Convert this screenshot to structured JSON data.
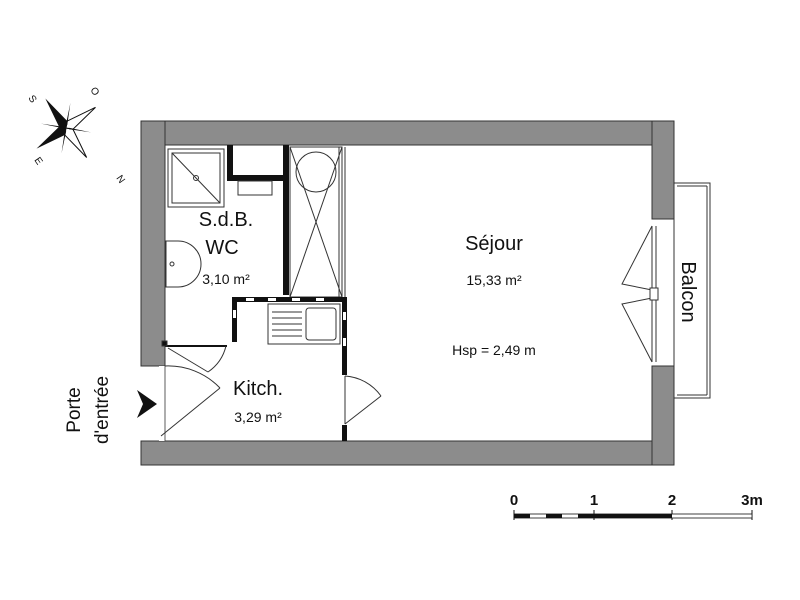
{
  "compass": {
    "north": "N",
    "south": "S",
    "east": "E",
    "west": "O"
  },
  "rooms": {
    "bathroom": {
      "name_line1": "S.d.B.",
      "name_line2": "WC",
      "area": "3,10 m²"
    },
    "kitchen": {
      "name": "Kitch.",
      "area": "3,29 m²"
    },
    "living": {
      "name": "Séjour",
      "area": "15,33 m²",
      "ceiling_height": "Hsp = 2,49 m"
    },
    "balcony": {
      "name": "Balcon"
    }
  },
  "entrance": {
    "line1": "Porte",
    "line2": "d'entrée"
  },
  "scale": {
    "labels": [
      "0",
      "1",
      "2",
      "3m"
    ]
  },
  "colors": {
    "wall": "#8c8c8c",
    "ink": "#111111"
  }
}
